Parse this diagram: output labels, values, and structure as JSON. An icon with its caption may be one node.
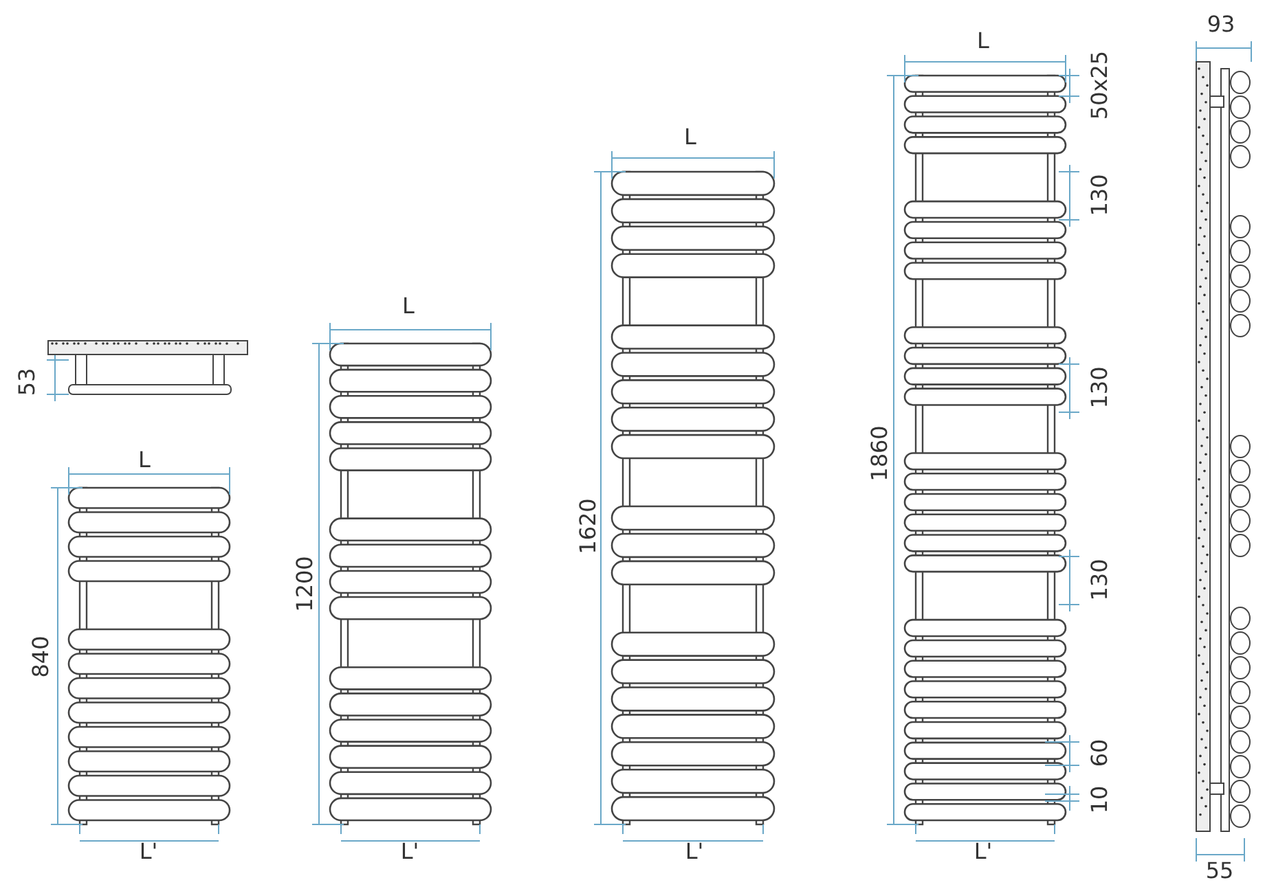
{
  "diagram": {
    "labels": [
      "53",
      "L",
      "840",
      "L'",
      "L",
      "1200",
      "L'",
      "L",
      "1620",
      "L'",
      "L",
      "1860",
      "50x25",
      "130",
      "130",
      "130",
      "60",
      "10",
      "L'",
      "93",
      "55"
    ]
  }
}
